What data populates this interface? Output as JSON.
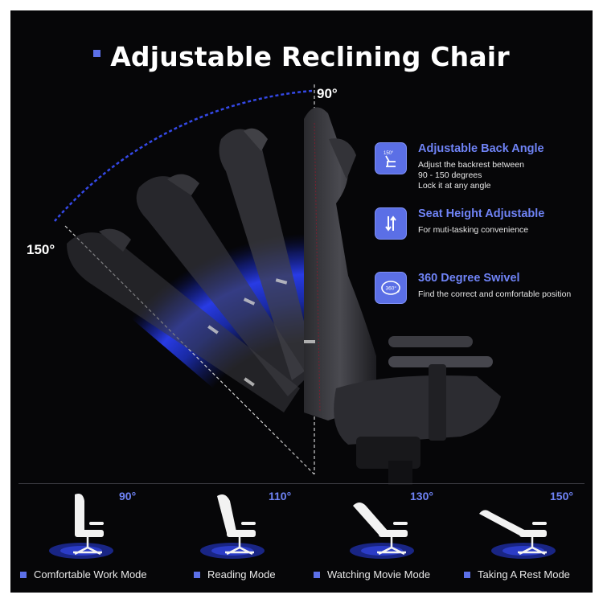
{
  "title": "Adjustable Reclining Chair",
  "angles": {
    "upright": "90°",
    "reclined": "150°"
  },
  "features": [
    {
      "icon": "backrest-angle-icon",
      "icon_text": "150°",
      "title": "Adjustable Back Angle",
      "lines": [
        "Adjust the backrest between",
        "90 - 150 degrees",
        "Lock it at any angle"
      ]
    },
    {
      "icon": "height-adjust-arrows-icon",
      "title": "Seat Height Adjustable",
      "lines": [
        "For muti-tasking convenience"
      ]
    },
    {
      "icon": "swivel-360-icon",
      "icon_text": "360°",
      "title": "360 Degree Swivel",
      "lines": [
        "Find the correct and comfortable position"
      ]
    }
  ],
  "modes": [
    {
      "angle": "90°",
      "label": "Comfortable Work Mode"
    },
    {
      "angle": "110°",
      "label": "Reading Mode"
    },
    {
      "angle": "130°",
      "label": "Watching Movie Mode"
    },
    {
      "angle": "150°",
      "label": "Taking A Rest Mode"
    }
  ],
  "colors": {
    "accent": "#5b6fe6",
    "accent_text": "#6f83f6",
    "background": "#060608",
    "text": "#ffffff"
  }
}
